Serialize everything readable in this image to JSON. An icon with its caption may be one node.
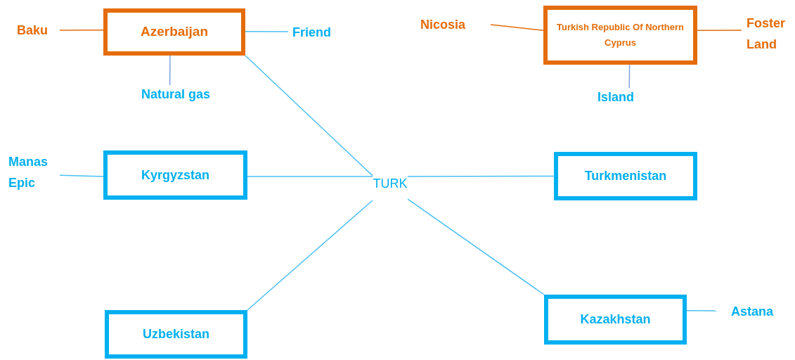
{
  "diagram": {
    "nodes": [
      {
        "text": [
          "Azerbaijan"
        ]
      },
      {
        "text": [
          "Baku"
        ]
      },
      {
        "text": [
          "Friend"
        ]
      },
      {
        "text": [
          "Natural gas"
        ]
      },
      {
        "text": [
          "Turkish Republic Of Northern Cyprus"
        ]
      },
      {
        "text": [
          "Nicosia"
        ]
      },
      {
        "text": [
          "Foster Land"
        ]
      },
      {
        "text": [
          "Island"
        ]
      },
      {
        "text": [
          "Kyrgyzstan"
        ]
      },
      {
        "text": [
          "Manas Epic"
        ]
      },
      {
        "text": [
          "TURK"
        ]
      },
      {
        "text": [
          "Turkmenistan"
        ]
      },
      {
        "text": [
          "Uzbekistan"
        ]
      },
      {
        "text": [
          "Kazakhstan"
        ]
      },
      {
        "text": [
          "Astana"
        ]
      }
    ],
    "edges": [
      {
        "from": 1,
        "to": 0,
        "arrow": "none",
        "color": "#e46c0a"
      },
      {
        "from": 0,
        "to": 2,
        "arrow": "none"
      },
      {
        "from": 0,
        "to": 3,
        "arrow": "none",
        "color": "#7fa3dc"
      },
      {
        "from": 0,
        "to": 10,
        "arrow": "none"
      },
      {
        "from": 9,
        "to": 8,
        "arrow": "none"
      },
      {
        "from": 8,
        "to": 10,
        "arrow": "none"
      },
      {
        "from": 10,
        "to": 11,
        "arrow": "none"
      },
      {
        "from": 10,
        "to": 12,
        "arrow": "none"
      },
      {
        "from": 10,
        "to": 13,
        "arrow": "none"
      },
      {
        "from": 13,
        "to": 14,
        "arrow": "none"
      },
      {
        "from": 5,
        "to": 4,
        "arrow": "none",
        "color": "#e46c0a"
      },
      {
        "from": 4,
        "to": 6,
        "arrow": "none",
        "color": "#e46c0a"
      },
      {
        "from": 4,
        "to": 7,
        "arrow": "none",
        "color": "#7fa3dc"
      }
    ]
  }
}
